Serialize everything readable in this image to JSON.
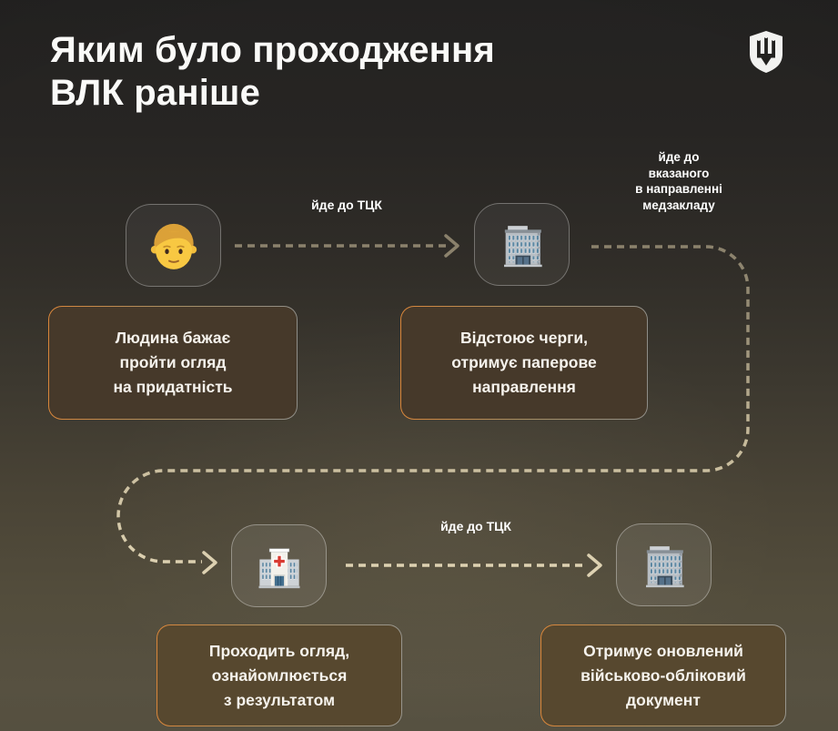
{
  "header": {
    "title": "Яким було проходження\nВЛК раніше",
    "logo_icon": "ukraine-trident-shield-icon"
  },
  "steps": [
    {
      "icon": "man-emoji-icon",
      "text": "Людина бажає\nпройти огляд\nна придатність"
    },
    {
      "icon": "office-building-emoji-icon",
      "text": "Відстоює черги,\nотримує паперове\nнаправлення"
    },
    {
      "icon": "hospital-emoji-icon",
      "text": "Проходить огляд,\nознайомлюється\nз результатом"
    },
    {
      "icon": "office-building-emoji-icon",
      "text": "Отримує оновлений\nвійськово-обліковий\nдокумент"
    }
  ],
  "connectors": [
    {
      "label": "йде до ТЦК"
    },
    {
      "label": "йде до\nвказаного\nв направленні\nмедзакладу"
    },
    {
      "label": "йде до ТЦК"
    }
  ],
  "colors": {
    "background_top": "#232221",
    "background_bottom": "#555040",
    "card_background_top_row": "#46392a",
    "card_background_bottom_row": "#57482f",
    "card_border_orange": "#d9863a",
    "card_border_gray": "#8f8e88",
    "dash_dark": "#837a66",
    "dash_light": "#e2d6b6",
    "text": "#f6f3ed"
  }
}
